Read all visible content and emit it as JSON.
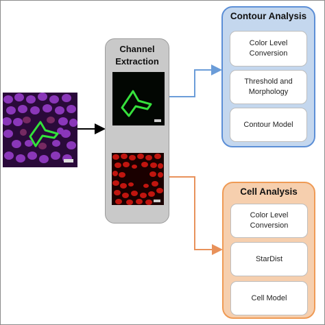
{
  "channel_extraction": {
    "title_line1": "Channel",
    "title_line2": "Extraction"
  },
  "contour_analysis": {
    "title": "Contour Analysis",
    "steps": [
      {
        "line1": "Color Level",
        "line2": "Conversion"
      },
      {
        "line1": "Threshold and",
        "line2": "Morphology"
      },
      {
        "line1": "Contour Model",
        "line2": ""
      }
    ]
  },
  "cell_analysis": {
    "title": "Cell Analysis",
    "steps": [
      {
        "line1": "Color Level",
        "line2": "Conversion"
      },
      {
        "line1": "StarDist",
        "line2": ""
      },
      {
        "line1": "Cell Model",
        "line2": ""
      }
    ]
  },
  "colors": {
    "contour_accent": "#5b8ed6",
    "contour_fill": "#c4d7ee",
    "cell_accent": "#ef9a54",
    "cell_fill": "#f6cfae",
    "extraction_fill": "#c9c9c9",
    "contour_arrow": "#6a9cd8",
    "cell_arrow": "#e8915a"
  }
}
